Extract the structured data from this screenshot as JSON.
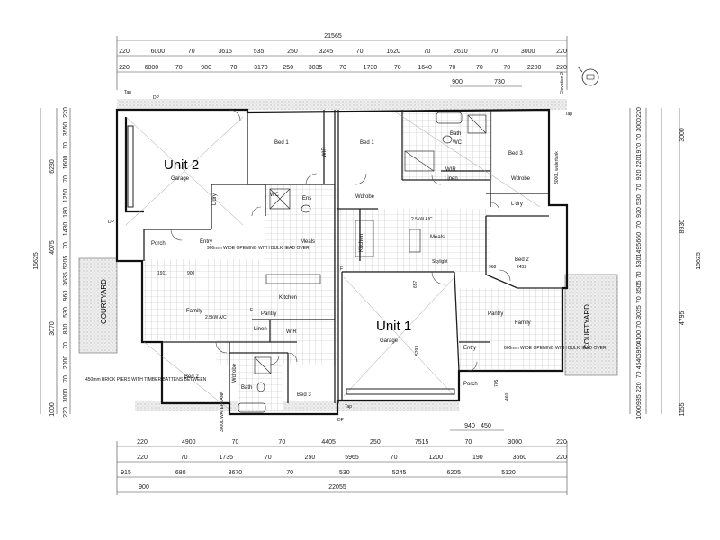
{
  "units": {
    "unit2": {
      "title": "Unit 2",
      "garage": "Garage"
    },
    "unit1": {
      "title": "Unit 1",
      "garage": "Garage"
    }
  },
  "top_dims": {
    "overall": "21565",
    "row1": [
      "220",
      "6000",
      "70",
      "3615",
      "535",
      "250",
      "3245",
      "70",
      "1620",
      "70",
      "2610",
      "70",
      "3000",
      "220"
    ],
    "row2": [
      "220",
      "6000",
      "70",
      "980",
      "70",
      "3170",
      "250",
      "3035",
      "70",
      "1730",
      "70",
      "1640",
      "70",
      "70",
      "70",
      "2200",
      "220"
    ],
    "row3": [
      "900",
      "730"
    ]
  },
  "bottom_dims": {
    "row1": [
      "220",
      "4900",
      "70",
      "70",
      "4405",
      "250",
      "7515",
      "70",
      "3000",
      "220"
    ],
    "row2": [
      "220",
      "70",
      "1735",
      "70",
      "250",
      "5965",
      "70",
      "1200",
      "190",
      "3660",
      "220"
    ],
    "row3": [
      "915",
      "680",
      "3670",
      "70",
      "530",
      "5245",
      "6205",
      "5120"
    ],
    "overall_row": [
      "900",
      "22055"
    ],
    "small": [
      "940",
      "450"
    ]
  },
  "left_dims": {
    "outer": [
      "15625"
    ],
    "mid": [
      "6230",
      "4075",
      "3070",
      "1000"
    ],
    "inner": [
      "220",
      "3550",
      "70",
      "1600",
      "70",
      "1250",
      "180",
      "1430",
      "70",
      "5205",
      "3635",
      "960",
      "530",
      "830",
      "70",
      "2000",
      "70",
      "3000",
      "220"
    ]
  },
  "right_dims": {
    "outer": [
      "15625"
    ],
    "mid": [
      "3000",
      "8930",
      "4795",
      "1155"
    ],
    "inner": [
      "220",
      "3000",
      "70",
      "1970",
      "220",
      "920",
      "70",
      "530",
      "920",
      "70",
      "660",
      "1495",
      "530",
      "70",
      "3505",
      "70",
      "3025",
      "70",
      "4100",
      "5950",
      "4640",
      "70",
      "220",
      "935",
      "1000"
    ]
  },
  "unit2_rooms": [
    "Bed 1",
    "Ens",
    "WIR",
    "L'dry",
    "WC",
    "Entry",
    "Porch",
    "Meals",
    "Family",
    "Kitchen",
    "Pantry",
    "Linen",
    "Bed 2",
    "Bed 3",
    "Bath",
    "WIR",
    "Wdrobe",
    "COURTYARD"
  ],
  "unit1_rooms": [
    "Bed 1",
    "WIR",
    "Bath",
    "WC",
    "Bed 3",
    "Wdrobe",
    "Linen",
    "Wdrobe",
    "L'dry",
    "Kitchen",
    "Meals",
    "Bed 2",
    "Family",
    "Entry",
    "Porch",
    "COURTYARD",
    "Pantry"
  ],
  "labels": {
    "dp1": "DP",
    "dp2": "DP",
    "dp3": "DP",
    "tap1": "Tap",
    "tap2": "Tap",
    "tap3": "Tap",
    "ac1": "2.5kW A/C",
    "ac2": "2.5kW A/C",
    "skylight": "Skylight",
    "opening2": "900mm WIDE OPENING WITH BULKHEAD OVER",
    "opening1": "600mm WIDE OPENING WITH BULKHEAD OVER",
    "piers": "450mm BRICK PIERS WITH TIMBER BATTENS BETWEEN",
    "watertank1": "3000L watertank",
    "watertank2": "3000L WATERTANK",
    "elevation": "Elevation 2",
    "f1": "F",
    "f2": "F",
    "num_1911": "1911",
    "num_900": "900",
    "num_968": "968",
    "num_2432": "2432",
    "num_657": "657",
    "num_5293": "5293",
    "num_705": "705",
    "num_460": "460"
  }
}
